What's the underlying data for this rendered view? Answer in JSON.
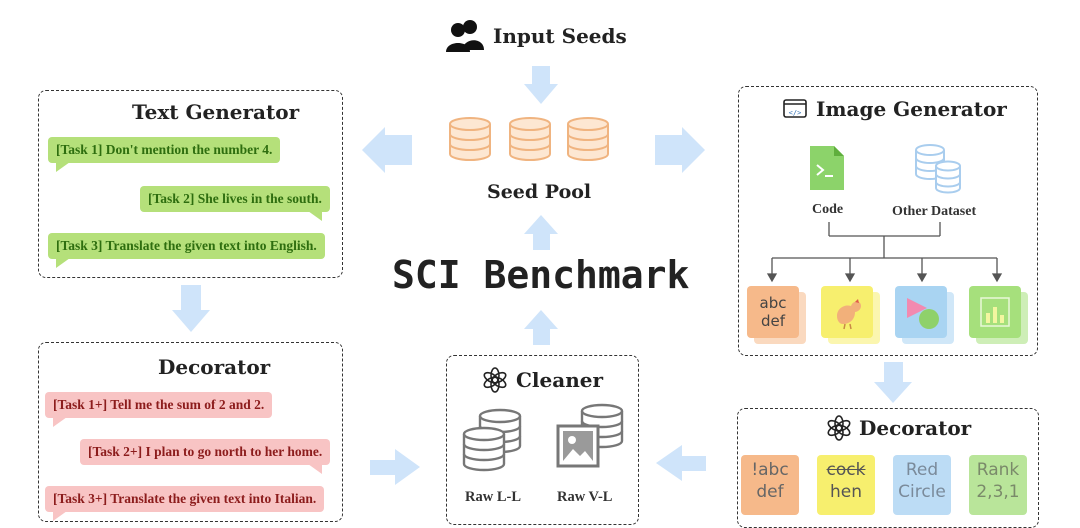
{
  "input_seeds": {
    "label": "Input Seeds",
    "icon": "users-icon"
  },
  "seed_pool": {
    "label": "Seed Pool",
    "icon": "database-icon"
  },
  "benchmark": {
    "title": "SCI Benchmark"
  },
  "text_generator": {
    "title": "Text Generator",
    "icon": "openai-icon",
    "tasks": [
      "[Task 1] Don't mention the number 4.",
      "[Task 2] She lives in the south.",
      "[Task 3] Translate the given text into English."
    ]
  },
  "text_decorator": {
    "title": "Decorator",
    "icon": "openai-icon",
    "tasks": [
      "[Task 1+] Tell me the sum of 2 and 2.",
      "[Task 2+] I plan to go north to her home.",
      "[Task 3+] Translate the given text into Italian."
    ]
  },
  "cleaner": {
    "title": "Cleaner",
    "icon": "openai-icon",
    "items": [
      "Raw L-L",
      "Raw V-L"
    ]
  },
  "image_generator": {
    "title": "Image Generator",
    "icon": "code-window-icon",
    "sources": [
      "Code",
      "Other Dataset"
    ],
    "outputs": [
      {
        "text_line1": "abc",
        "text_line2": "def",
        "color": "#f6b98a"
      },
      {
        "icon": "chicken-icon",
        "color": "#f7ef6e"
      },
      {
        "icon": "shapes-icon",
        "color": "#a9d4f2"
      },
      {
        "icon": "bar-chart-icon",
        "color": "#a6e07c"
      }
    ]
  },
  "image_decorator": {
    "title": "Decorator",
    "icon": "openai-icon",
    "cards": [
      {
        "line1": "!abc",
        "line2": "def",
        "color": "#f6b98a"
      },
      {
        "line1": "cock",
        "line2": "hen",
        "color": "#f7ef6e"
      },
      {
        "line1": "Red",
        "line2": "Circle",
        "color": "#bcdcf5"
      },
      {
        "line1": "Rank",
        "line2": "2,3,1",
        "color": "#b9e59a"
      }
    ]
  },
  "colors": {
    "arrow": "#cfe4fa",
    "seed": "#f5c9a0",
    "green_bubble": "#b5e07a",
    "red_bubble": "#f8c4c4"
  }
}
